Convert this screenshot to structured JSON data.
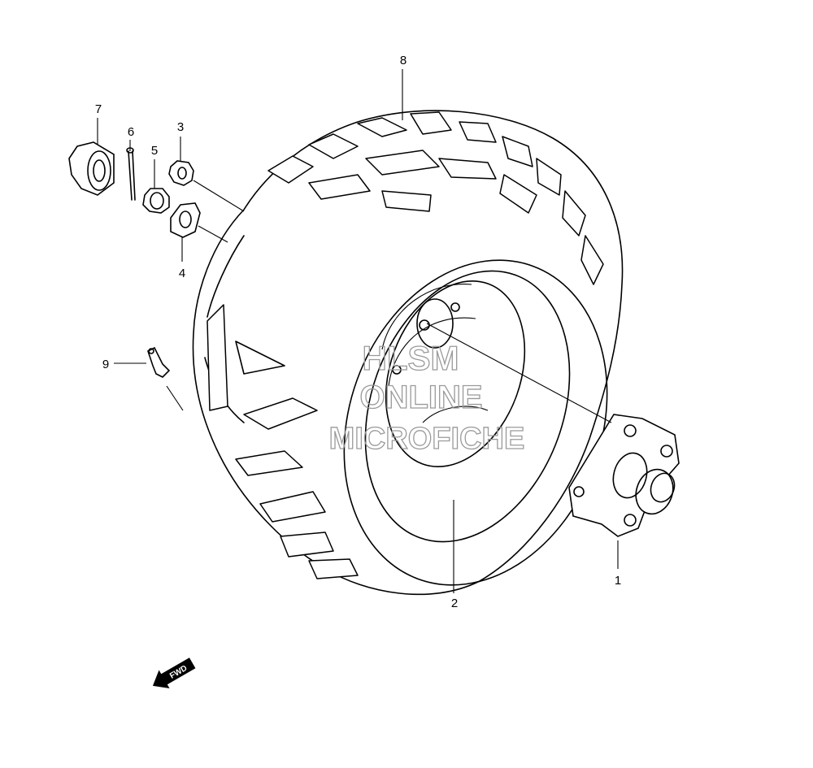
{
  "callouts": {
    "c1": "1",
    "c2": "2",
    "c3": "3",
    "c4": "4",
    "c5": "5",
    "c6": "6",
    "c7": "7",
    "c8": "8",
    "c9": "9"
  },
  "watermark": {
    "line1": "HLSM",
    "line2": "ONLINE",
    "line3": "MICROFICHE"
  },
  "direction_arrow": {
    "label": "FWD"
  }
}
